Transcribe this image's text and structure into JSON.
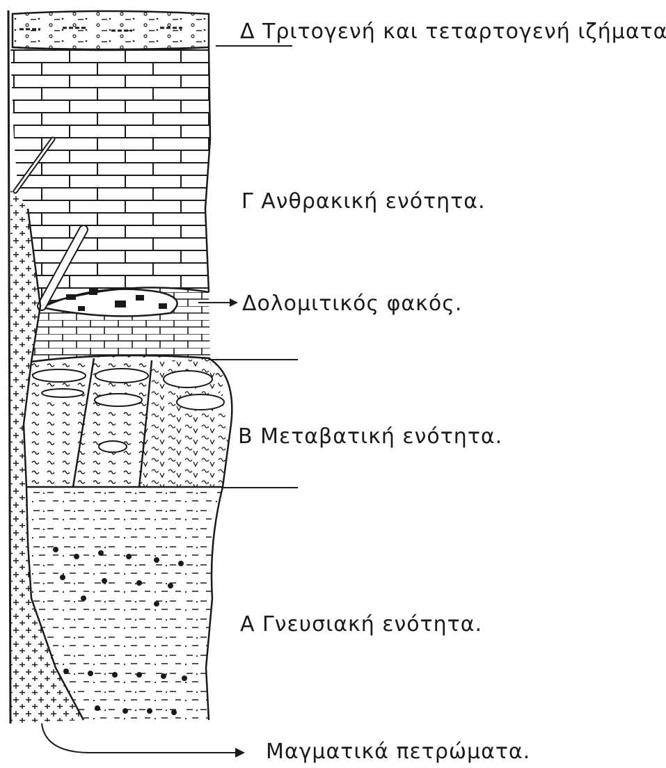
{
  "labels": {
    "unit_d": "Δ Τριτογενή και τεταρτογενή ιζήματα.",
    "unit_c": "Γ Ανθρακική ενότητα.",
    "dolomitic_lens": "Δολομιτικός φακός.",
    "unit_b": "Β Μεταβατική ενότητα.",
    "unit_a": "Α Γνευσιακή ενότητα.",
    "igneous": "Μαγματικά πετρώματα."
  },
  "colors": {
    "ink": "#1a1a1a",
    "paper": "#ffffff"
  }
}
